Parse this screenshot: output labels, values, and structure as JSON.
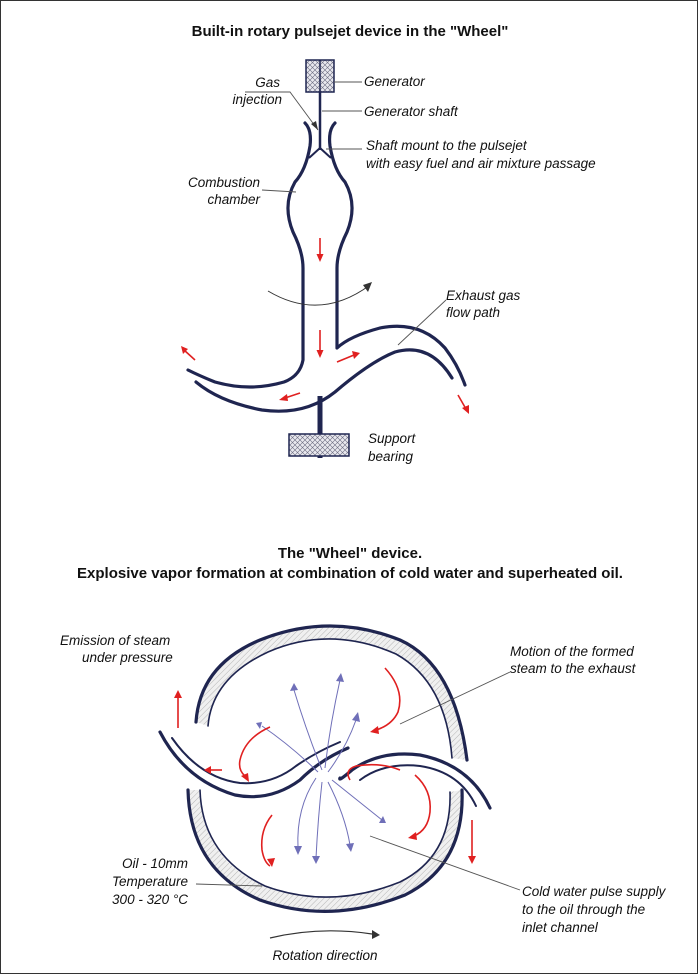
{
  "top": {
    "title": "Built-in rotary pulsejet device in the \"Wheel\"",
    "labels": {
      "generator": "Generator",
      "gas_line1": "Gas",
      "gas_line2": "injection",
      "generator_shaft": "Generator shaft",
      "shaft_mount_line1": "Shaft mount to the pulsejet",
      "shaft_mount_line2": "with easy fuel and air mixture passage",
      "combustion_line1": "Combustion",
      "combustion_line2": "chamber",
      "exhaust_line1": "Exhaust gas",
      "exhaust_line2": "flow path",
      "support_line1": "Support",
      "support_line2": "bearing"
    }
  },
  "bottom": {
    "title_line1": "The \"Wheel\" device.",
    "title_line2": "Explosive vapor formation at combination of cold water and superheated oil.",
    "labels": {
      "emission_line1": "Emission of steam",
      "emission_line2": "under pressure",
      "motion_line1": "Motion of the formed",
      "motion_line2": "steam to the exhaust",
      "oil_line1": "Oil - 10mm",
      "oil_line2": "Temperature",
      "oil_line3": "300 - 320 °C",
      "cold_line1": "Cold water pulse supply",
      "cold_line2": "to the oil through the",
      "cold_line3": "inlet channel",
      "rotation": "Rotation direction"
    }
  },
  "colors": {
    "outline": "#1f2550",
    "flow_arrow": "#e02020",
    "burst_arrow": "#6f6fb8"
  }
}
